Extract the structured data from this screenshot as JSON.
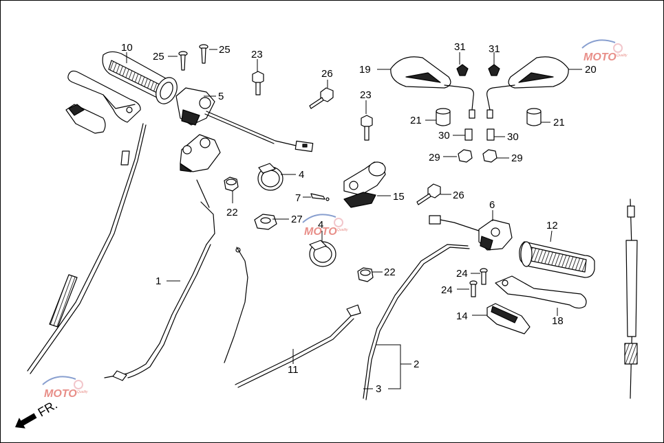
{
  "diagram": {
    "part_numbers": [
      "1",
      "2",
      "3",
      "4",
      "4",
      "5",
      "6",
      "7",
      "10",
      "11",
      "12",
      "14",
      "15",
      "18",
      "19",
      "20",
      "21",
      "21",
      "22",
      "22",
      "23",
      "23",
      "24",
      "24",
      "25",
      "25",
      "26",
      "26",
      "27",
      "29",
      "29",
      "30",
      "30",
      "31",
      "31"
    ],
    "direction_label": "FR.",
    "watermark": {
      "text": "MOTO",
      "subtext": "Quality",
      "colors": [
        "#3a5fb0",
        "#d9443a",
        "#e9a0a8"
      ]
    },
    "colors": {
      "line": "#000000",
      "fill": "#ffffff",
      "dark_fill": "#222222"
    }
  }
}
